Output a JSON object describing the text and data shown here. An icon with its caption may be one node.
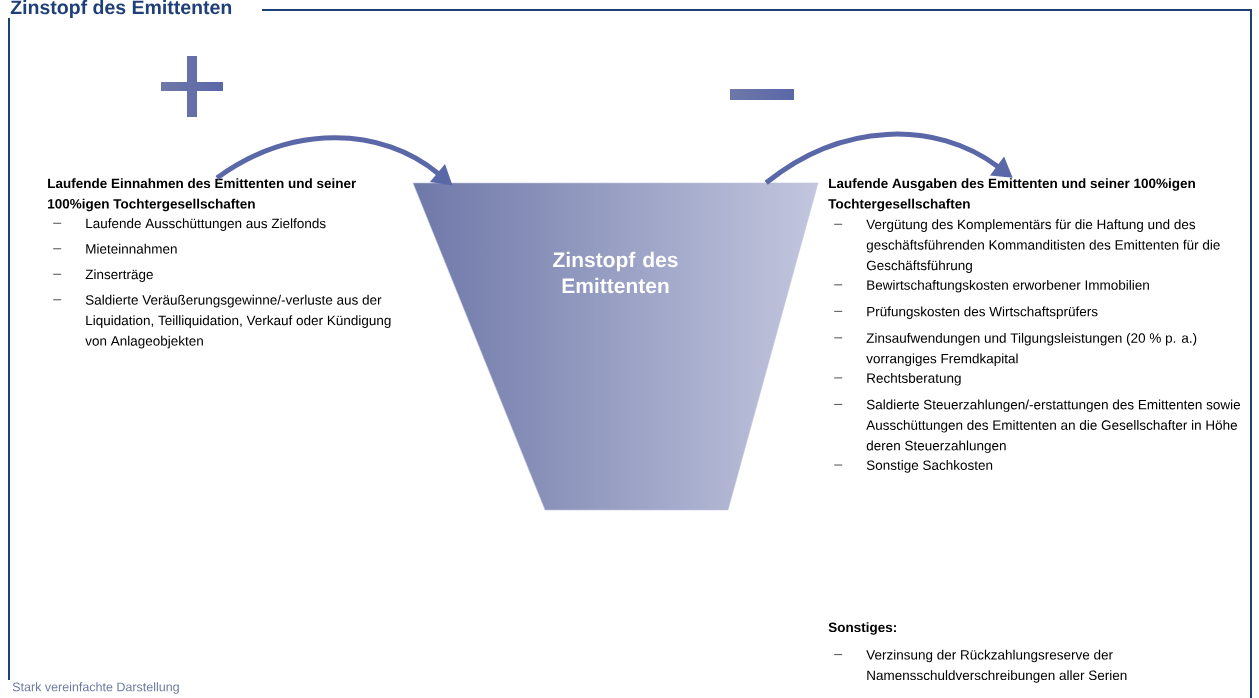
{
  "diagram": {
    "title": "Zinstopf des Emittenten",
    "caption": "Stark vereinfachte Darstellung",
    "nodes": [
      {
        "text": [
          "Laufende Einnahmen des Emittenten und seiner 100%igen Tochtergesellschaften",
          "Laufende Ausschüttungen aus Zielfonds",
          "Mieteinnahmen",
          "Zinserträge",
          "Saldierte Veräußerungsgewinne/-verluste aus der Liquidation, Teilliquidation, Verkauf oder Kündigung von Anlageobjekten"
        ]
      },
      {
        "text": [
          "Zinstopf des Emittenten"
        ]
      },
      {
        "text": [
          "Laufende Ausgaben des Emittenten und seiner 100%igen Tochtergesellschaften",
          "Vergütung des Komplementärs für die Haftung und des geschäftsführenden Kommanditisten des Emittenten für die Geschäftsführung",
          "Bewirtschaftungskosten erworbener Immobilien",
          "Prüfungskosten des Wirtschaftsprüfers",
          "Zinsaufwendungen und Tilgungsleistungen (20 % p. a.) vorrangiges Fremdkapital",
          "Rechtsberatung",
          "Saldierte Steuerzahlungen/-erstattungen des Emittenten sowie Ausschüttungen des Emittenten an die Gesellschafter in Höhe deren Steuerzahlungen",
          "Sonstige Sachkosten"
        ]
      },
      {
        "text": [
          "Sonstiges:",
          "Verzinsung der Rückzahlungsreserve der Namensschuldverschreibungen aller Serien"
        ]
      }
    ],
    "edges": [
      {
        "from": 0,
        "to": 1,
        "arrow": "to"
      },
      {
        "from": 1,
        "to": 2,
        "arrow": "to"
      }
    ]
  }
}
